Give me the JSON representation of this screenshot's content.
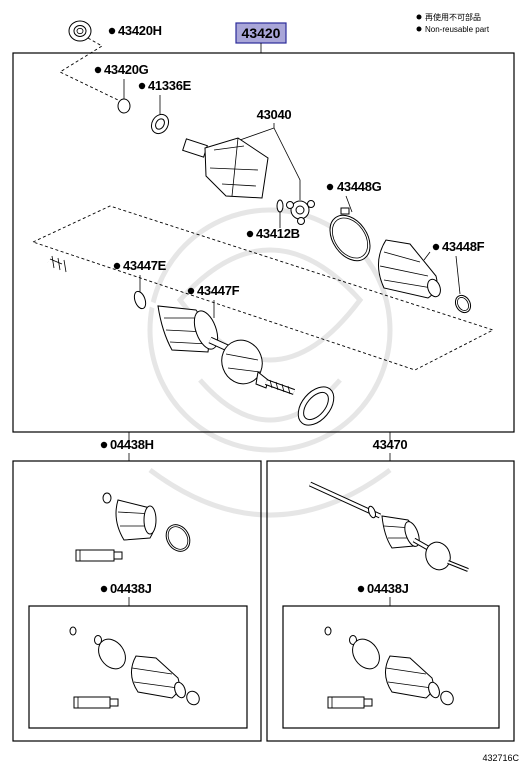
{
  "legend": {
    "non_reusable_jp": "再使用不可部品",
    "non_reusable_en": "Non-reusable part"
  },
  "main_assembly": "43420",
  "parts": {
    "p43420H": "43420H",
    "p43420G": "43420G",
    "p41336E": "41336E",
    "p43040": "43040",
    "p43448G": "43448G",
    "p43412B": "43412B",
    "p43448F": "43448F",
    "p43447E": "43447E",
    "p43447F": "43447F"
  },
  "kits": {
    "left_outer": "04438H",
    "right_shaft": "43470",
    "left_inner": "04438J",
    "right_inner": "04438J"
  },
  "figure_id": "432716C",
  "colors": {
    "highlight_fill": "#a9a6d8",
    "highlight_stroke": "#2b2b9a"
  }
}
